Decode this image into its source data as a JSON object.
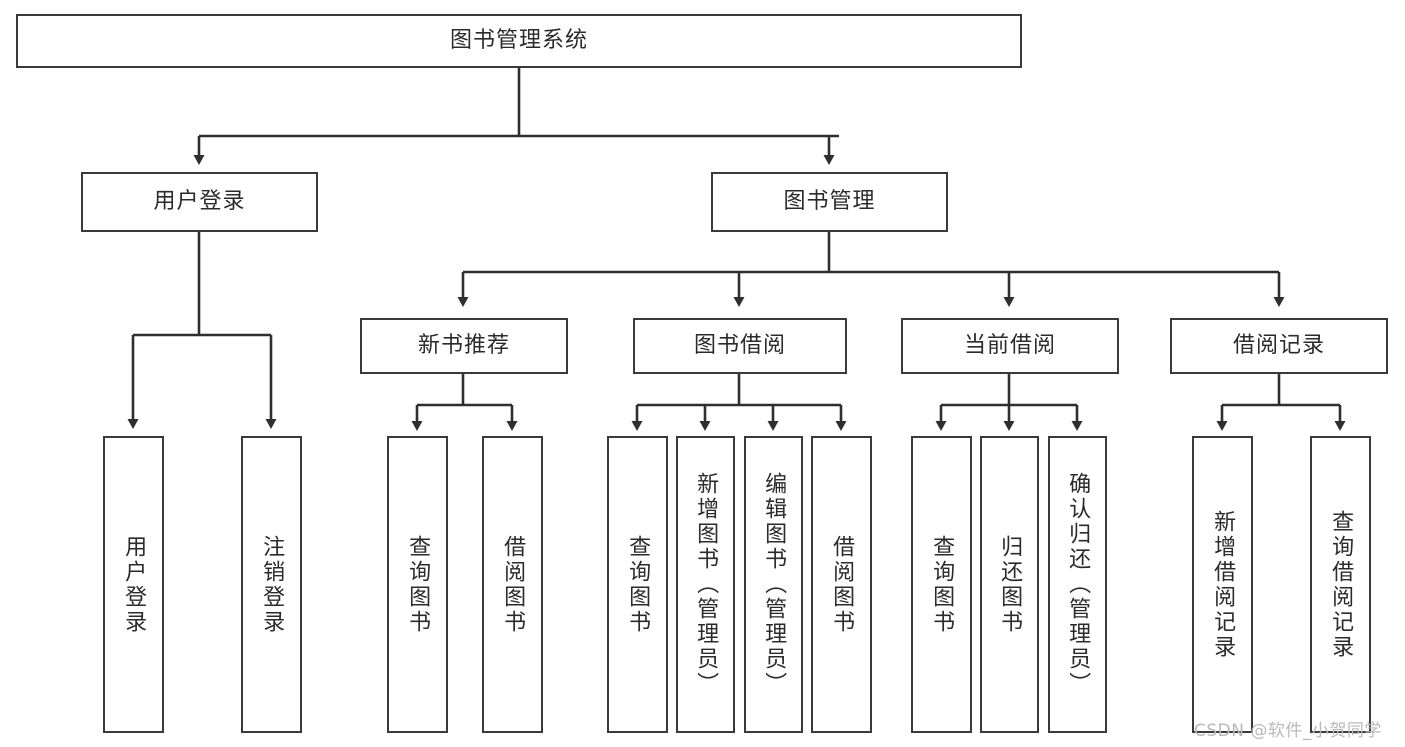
{
  "diagram": {
    "title": "图书管理系统",
    "type": "hierarchy-tree",
    "levels": 4,
    "root": {
      "id": "root",
      "label": "图书管理系统",
      "orientation": "horizontal"
    },
    "level2": [
      {
        "id": "user-login",
        "label": "用户登录",
        "orientation": "horizontal"
      },
      {
        "id": "book-manage",
        "label": "图书管理",
        "orientation": "horizontal"
      }
    ],
    "level3": [
      {
        "id": "new-book-recommend",
        "label": "新书推荐",
        "orientation": "horizontal",
        "parent": "book-manage"
      },
      {
        "id": "book-borrow",
        "label": "图书借阅",
        "orientation": "horizontal",
        "parent": "book-manage"
      },
      {
        "id": "current-borrow",
        "label": "当前借阅",
        "orientation": "horizontal",
        "parent": "book-manage"
      },
      {
        "id": "borrow-record",
        "label": "借阅记录",
        "orientation": "horizontal",
        "parent": "book-manage"
      }
    ],
    "leaves": [
      {
        "id": "leaf-user-login",
        "label": "用户登录",
        "orientation": "vertical",
        "parent": "user-login"
      },
      {
        "id": "leaf-logout-login",
        "label": "注销登录",
        "orientation": "vertical",
        "parent": "user-login"
      },
      {
        "id": "leaf-query-book-1",
        "label": "查询图书",
        "orientation": "vertical",
        "parent": "new-book-recommend"
      },
      {
        "id": "leaf-borrow-book-1",
        "label": "借阅图书",
        "orientation": "vertical",
        "parent": "new-book-recommend"
      },
      {
        "id": "leaf-query-book-2",
        "label": "查询图书",
        "orientation": "vertical",
        "parent": "book-borrow"
      },
      {
        "id": "leaf-add-book-admin",
        "label": "新增图书（管理员）",
        "orientation": "vertical",
        "parent": "book-borrow"
      },
      {
        "id": "leaf-edit-book-admin",
        "label": "编辑图书（管理员）",
        "orientation": "vertical",
        "parent": "book-borrow"
      },
      {
        "id": "leaf-borrow-book-2",
        "label": "借阅图书",
        "orientation": "vertical",
        "parent": "book-borrow"
      },
      {
        "id": "leaf-query-book-3",
        "label": "查询图书",
        "orientation": "vertical",
        "parent": "current-borrow"
      },
      {
        "id": "leaf-return-book",
        "label": "归还图书",
        "orientation": "vertical",
        "parent": "current-borrow"
      },
      {
        "id": "leaf-confirm-return-admin",
        "label": "确认归还（管理员）",
        "orientation": "vertical",
        "parent": "current-borrow"
      },
      {
        "id": "leaf-add-borrow-record",
        "label": "新增借阅记录",
        "orientation": "vertical",
        "parent": "borrow-record"
      },
      {
        "id": "leaf-query-borrow-record",
        "label": "查询借阅记录",
        "orientation": "vertical",
        "parent": "borrow-record"
      }
    ],
    "colors": {
      "border": "#3a3a3a",
      "connector": "#2f2f2f",
      "background": "#ffffff",
      "text": "#2b2b2b",
      "watermark": "#b9b9b9"
    }
  },
  "watermark": {
    "text": "CSDN @软件_小贺同学"
  }
}
